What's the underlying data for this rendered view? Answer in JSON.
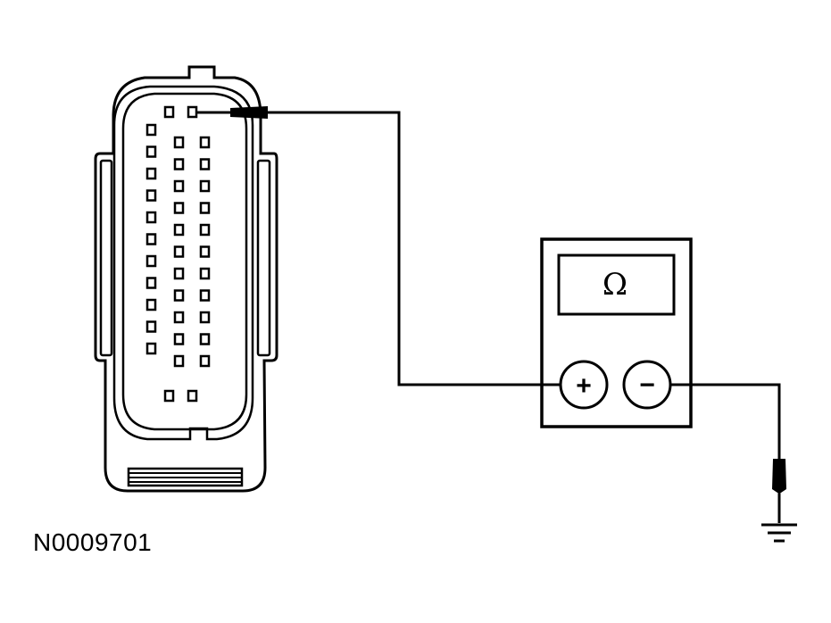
{
  "figure": {
    "reference_id": "N0009701"
  },
  "meter": {
    "display_symbol": "Ω",
    "positive_label": "+",
    "negative_label": "−"
  },
  "connector": {
    "columns": [
      {
        "name": "left",
        "pins": 11
      },
      {
        "name": "middle",
        "pins": 11
      },
      {
        "name": "right",
        "pins": 11
      },
      {
        "name": "top",
        "pins": 2
      },
      {
        "name": "bottom",
        "pins": 2
      }
    ],
    "probed_pin": "top-right"
  },
  "colors": {
    "line": "#000000",
    "background": "#ffffff"
  }
}
